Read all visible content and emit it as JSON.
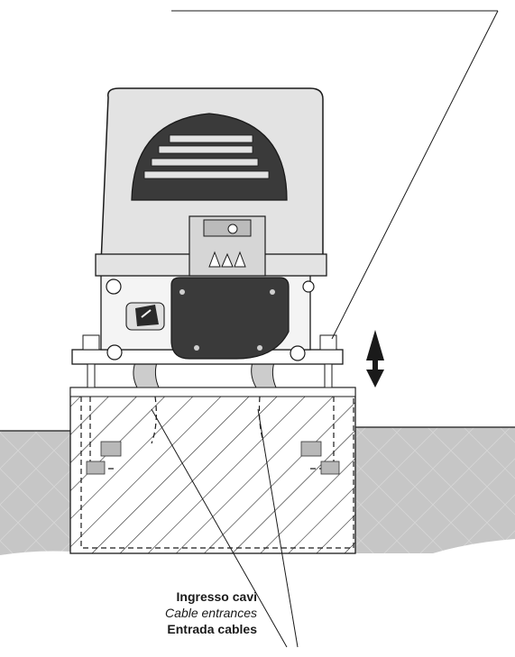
{
  "labels": {
    "it": "Ingresso cavi",
    "en": "Cable entrances",
    "es": "Entrada cables"
  },
  "colors": {
    "ground": "#c6c6c6",
    "motor_cover": "#e3e3e3",
    "dark_panel": "#3a3a3a",
    "line": "#1a1a1a",
    "foundation": "#ffffff"
  }
}
